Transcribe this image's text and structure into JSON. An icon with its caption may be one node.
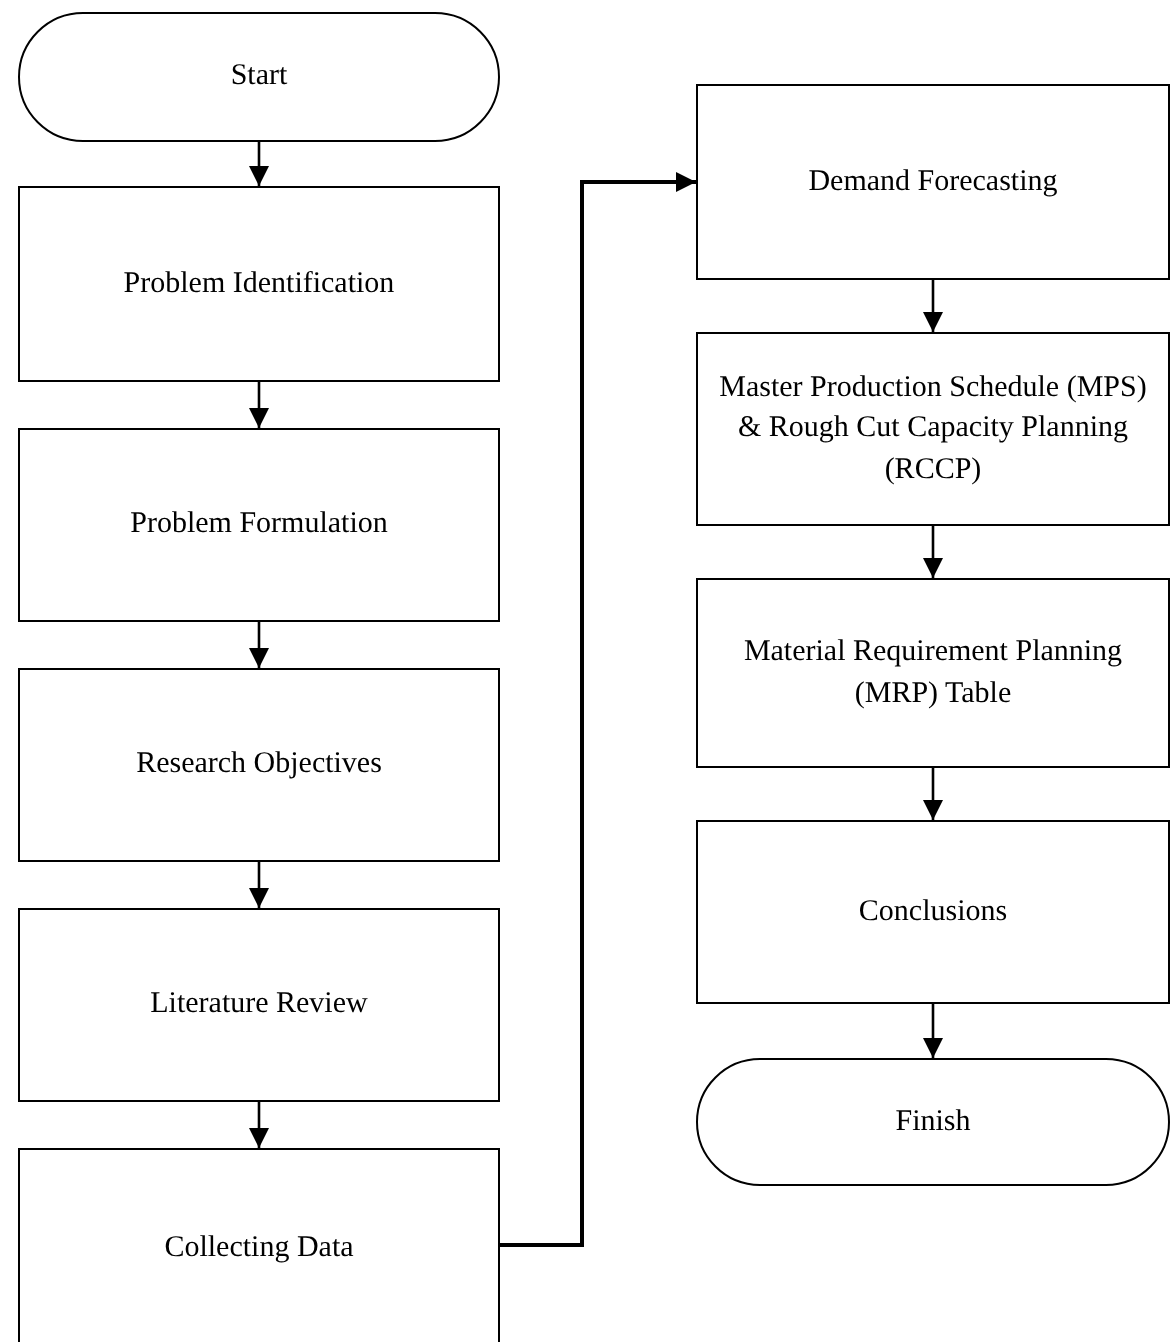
{
  "diagram": {
    "nodes": [
      {
        "text": [
          "Start"
        ]
      },
      {
        "text": [
          "Problem Identification"
        ]
      },
      {
        "text": [
          "Problem Formulation"
        ]
      },
      {
        "text": [
          "Research Objectives"
        ]
      },
      {
        "text": [
          "Literature Review"
        ]
      },
      {
        "text": [
          "Collecting Data"
        ]
      },
      {
        "text": [
          "Demand Forecasting"
        ]
      },
      {
        "text": [
          "Master Production Schedule (MPS) & Rough Cut Capacity Planning (RCCP)"
        ]
      },
      {
        "text": [
          "Material Requirement Planning (MRP) Table"
        ]
      },
      {
        "text": [
          "Conclusions"
        ]
      },
      {
        "text": [
          "Finish"
        ]
      }
    ],
    "edges": [
      {
        "from": 0,
        "to": 1,
        "arrow": "to"
      },
      {
        "from": 1,
        "to": 2,
        "arrow": "to"
      },
      {
        "from": 2,
        "to": 3,
        "arrow": "to"
      },
      {
        "from": 3,
        "to": 4,
        "arrow": "to"
      },
      {
        "from": 4,
        "to": 5,
        "arrow": "to"
      },
      {
        "from": 5,
        "to": 6,
        "arrow": "to"
      },
      {
        "from": 6,
        "to": 7,
        "arrow": "to"
      },
      {
        "from": 7,
        "to": 8,
        "arrow": "to"
      },
      {
        "from": 8,
        "to": 9,
        "arrow": "to"
      },
      {
        "from": 9,
        "to": 10,
        "arrow": "to"
      }
    ]
  }
}
